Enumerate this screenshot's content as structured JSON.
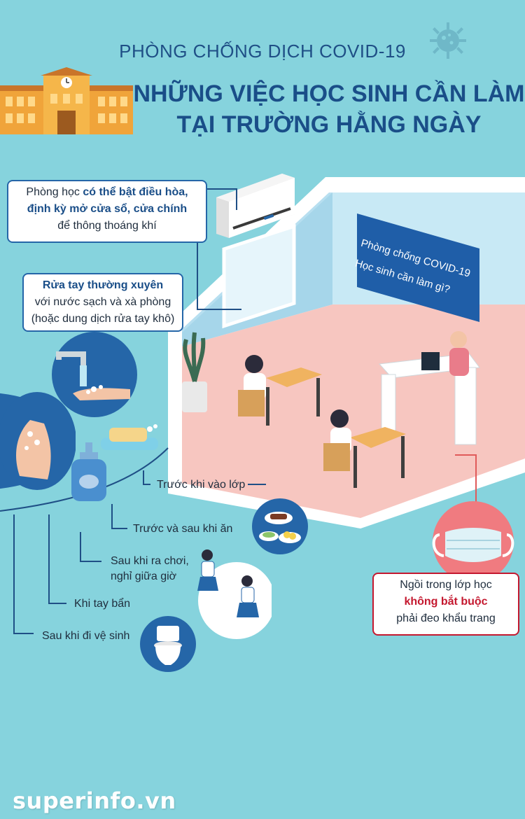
{
  "header": {
    "subtitle": "PHÒNG CHỐNG DỊCH COVID-19",
    "title_line1": "NHỮNG VIỆC HỌC SINH CẦN LÀM",
    "title_line2": "TẠI TRƯỜNG HẰNG NGÀY"
  },
  "callouts": {
    "ventilation": {
      "part1": "Phòng học ",
      "part2_bold": "có thể bật điều hòa,",
      "part3_bold": "định kỳ mở cửa sổ, cửa chính",
      "part4": "để thông thoáng khí"
    },
    "handwash": {
      "bold": "Rửa tay thường xuyên",
      "line2": "với nước sạch và xà phòng",
      "line3": "(hoặc dung dịch rửa tay khô)"
    },
    "mask": {
      "line1": "Ngồi trong lớp học",
      "line2_red": "không bắt buộc",
      "line3": "phải đeo khẩu trang"
    }
  },
  "when_to_wash": [
    "Trước khi vào lớp",
    "Trước và sau khi ăn",
    "Sau khi ra chơi,",
    "nghỉ giữa giờ",
    "Khi tay bẩn",
    "Sau khi đi vệ sinh"
  ],
  "blackboard": {
    "line1": "Phòng chống COVID-19",
    "line2": "Học sinh cần làm gì?"
  },
  "watermark": "superinfo.vn",
  "colors": {
    "background": "#86d3dd",
    "title_blue": "#1a4e88",
    "callout_border": "#2566a8",
    "alert_red": "#c4182f",
    "circle_blue": "#2566a8"
  }
}
